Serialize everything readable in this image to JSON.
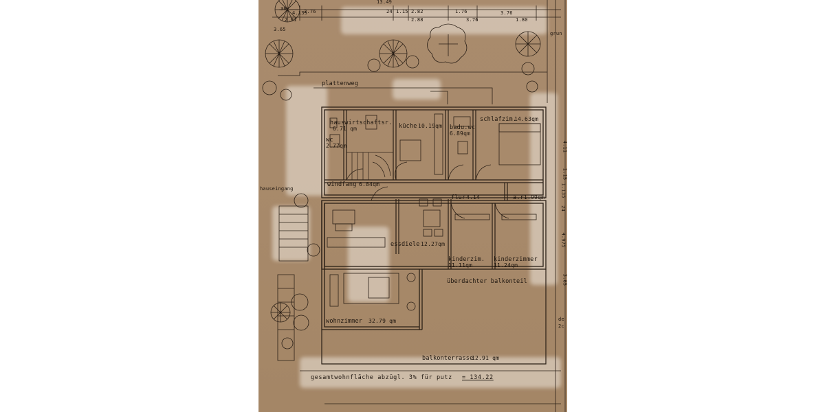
{
  "plan": {
    "top_dims": [
      "4.135",
      "2.76",
      "24",
      "1.15",
      "2.82",
      "2.88",
      "1.76",
      "3.76",
      "3.76",
      "1.80",
      "13.49",
      "36",
      "2.01",
      "3.65"
    ],
    "top_right_label": "grun",
    "path_label": "plattenweg",
    "entrance_label": "hauseingang",
    "right_dims": [
      "4.11",
      "1.15",
      "1.135",
      "24",
      "4.975",
      "3.65"
    ],
    "right_edge_label": "de",
    "right_edge_label_2": "2c",
    "rooms": [
      {
        "name": "hauswirtschaftsr.",
        "area": "6.71 qm"
      },
      {
        "name": "küche",
        "area": "10.19qm"
      },
      {
        "name": "badu.wc",
        "area": "6.89qm"
      },
      {
        "name": "schlafzim.",
        "area": "14.63qm"
      },
      {
        "name": "wc",
        "area": "2.77qm"
      },
      {
        "name": "windfang",
        "area": "6.84qm"
      },
      {
        "name": "flur",
        "area": "4.14"
      },
      {
        "name": "a.r.",
        "area": "1.99qm"
      },
      {
        "name": "essdiele",
        "area": "12.27qm"
      },
      {
        "name": "kinderzim.",
        "area": "11.11qm"
      },
      {
        "name": "kinderzimmer",
        "area": "11.24qm"
      },
      {
        "name": "überdachter balkonteil",
        "area": ""
      },
      {
        "name": "wohnzimmer",
        "area": "32.79 qm"
      },
      {
        "name": "balkonterrasse",
        "area": "12.91 qm"
      }
    ],
    "total_label": "gesamtwohnfläche abzügl. 3% für putz",
    "total_value": "= 134.22"
  }
}
